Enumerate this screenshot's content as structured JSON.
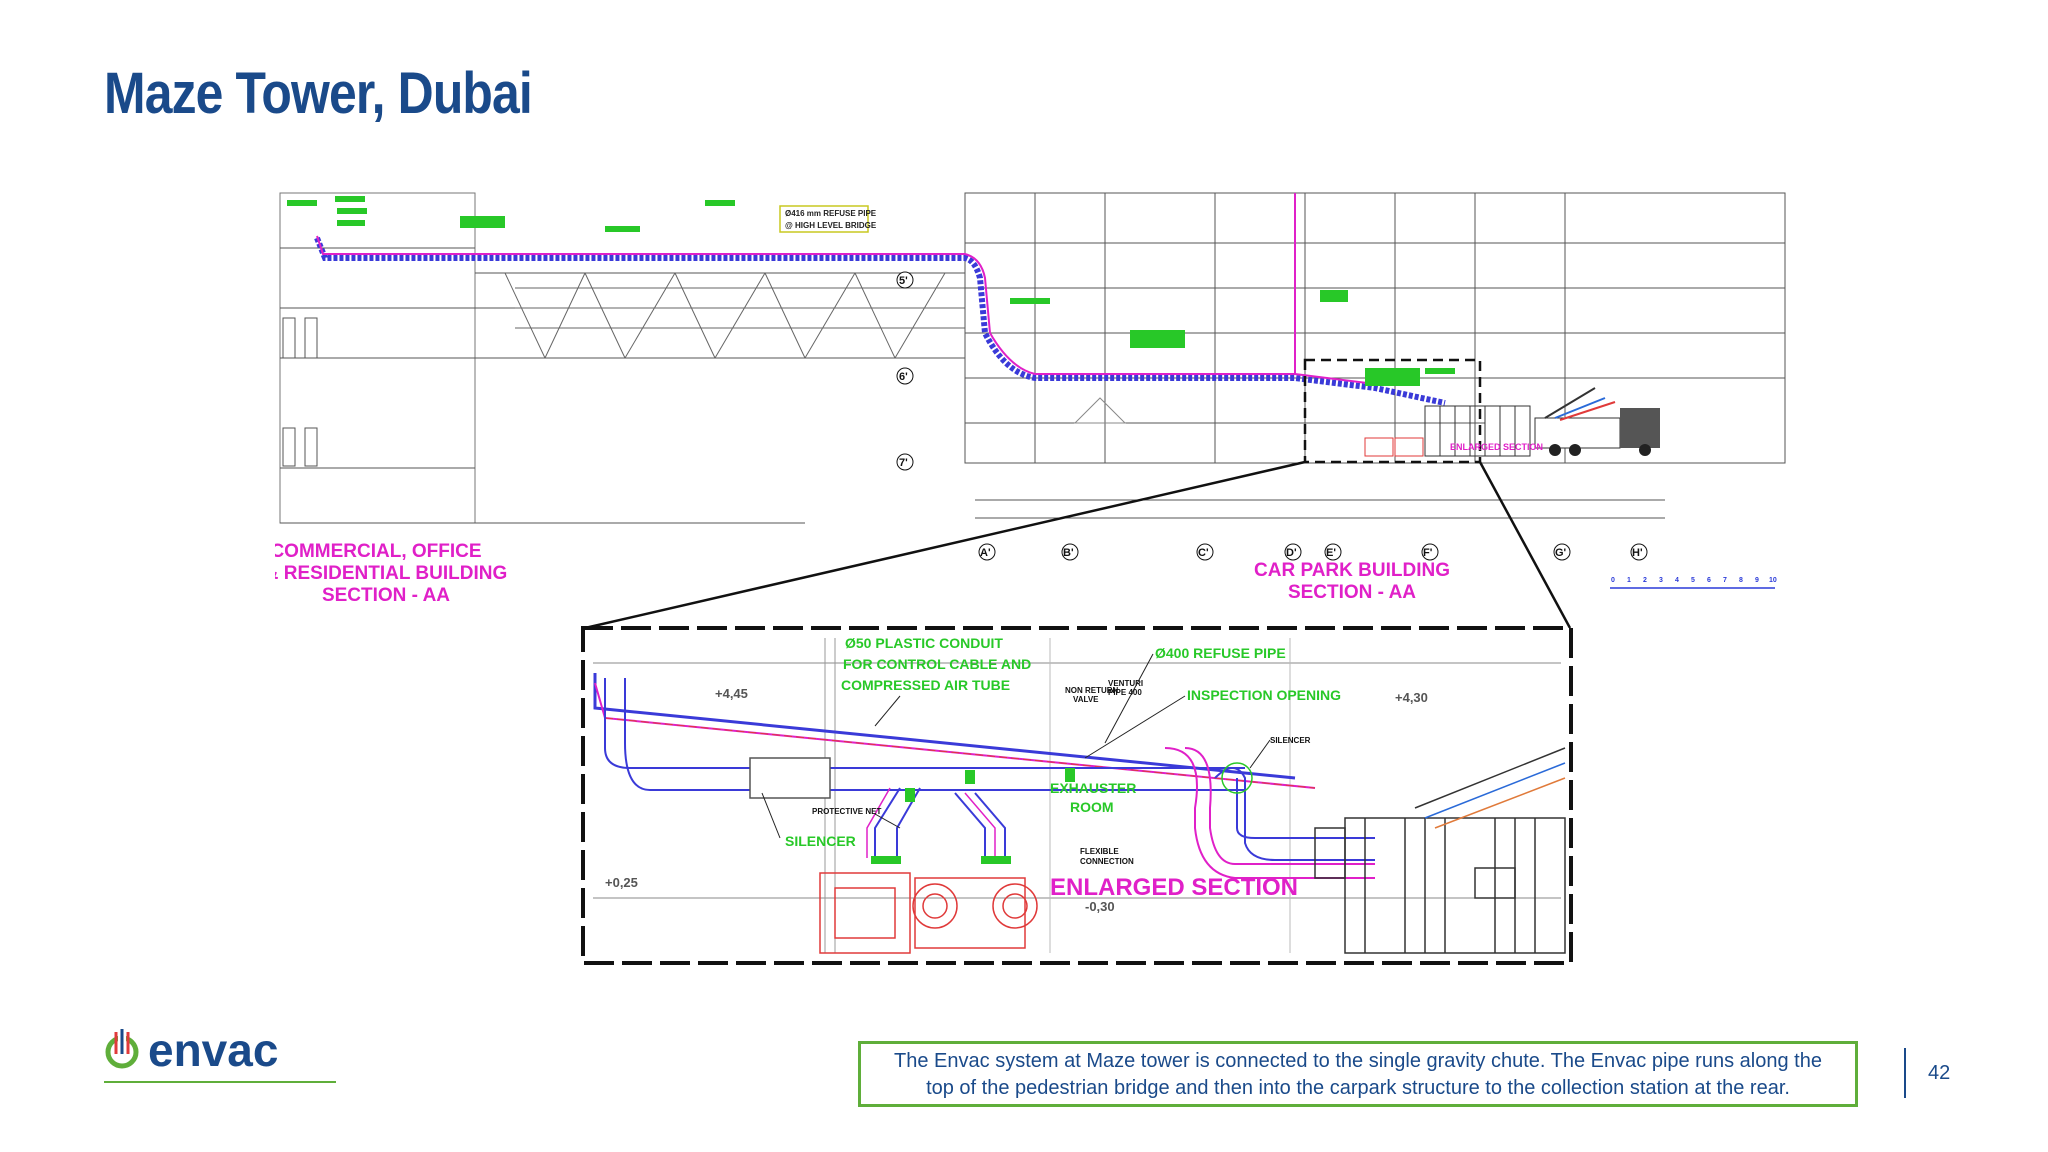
{
  "slide": {
    "title": "Maze Tower, Dubai",
    "page_number": "42",
    "caption_line1": "The Envac system at Maze tower is connected to the single gravity chute. The Envac pipe runs along the",
    "caption_line2": "top of the pedestrian bridge and then into the carpark structure to the collection station at the rear.",
    "logo_text": "envac"
  },
  "drawing": {
    "commercial_label_1": "COMMERCIAL, OFFICE",
    "commercial_label_2": "& RESIDENTIAL BUILDING",
    "commercial_label_3": "SECTION - AA",
    "carpark_label_1": "CAR PARK BUILDING",
    "carpark_label_2": "SECTION - AA",
    "refuse_pipe_bridge_1": "Ø416 mm REFUSE PIPE",
    "refuse_pipe_bridge_2": "@ HIGH LEVEL BRIDGE",
    "enlarged_small": "ENLARGED SECTION",
    "grid_a": "A'",
    "grid_b": "B'",
    "grid_c": "C'",
    "grid_d": "D'",
    "grid_e": "E'",
    "grid_f": "F'",
    "grid_g": "G'",
    "grid_h": "H'",
    "level_5": "5'",
    "level_6": "6'",
    "level_7": "7'",
    "scale_ticks": [
      "0",
      "1",
      "2",
      "3",
      "4",
      "5",
      "6",
      "7",
      "8",
      "9",
      "10"
    ],
    "detail": {
      "conduit_1": "Ø50 PLASTIC CONDUIT",
      "conduit_2": "FOR CONTROL CABLE AND",
      "conduit_3": "COMPRESSED AIR TUBE",
      "refuse_pipe": "Ø400 REFUSE PIPE",
      "inspection": "INSPECTION OPENING",
      "non_return_1": "NON RETURN",
      "non_return_2": "VALVE",
      "venturi_1": "VENTURI",
      "venturi_2": "PIPE 400",
      "silencer_top": "SILENCER",
      "silencer_left": "SILENCER",
      "protective_net": "PROTECTIVE NET",
      "exhauster_1": "EXHAUSTER",
      "exhauster_2": "ROOM",
      "flexible_1": "FLEXIBLE",
      "flexible_2": "CONNECTION",
      "enlarged_section": "ENLARGED  SECTION",
      "level_445": "+4,45",
      "level_430": "+4,30",
      "level_025": "+0,25",
      "level_030": "-0,30"
    }
  },
  "colors": {
    "title": "#1a4a8a",
    "caption_border": "#5fae3a",
    "magenta": "#e020c8",
    "green_text": "#28c828",
    "pipe_blue": "#3a3ad8",
    "equipment_red": "#e03a3a"
  }
}
